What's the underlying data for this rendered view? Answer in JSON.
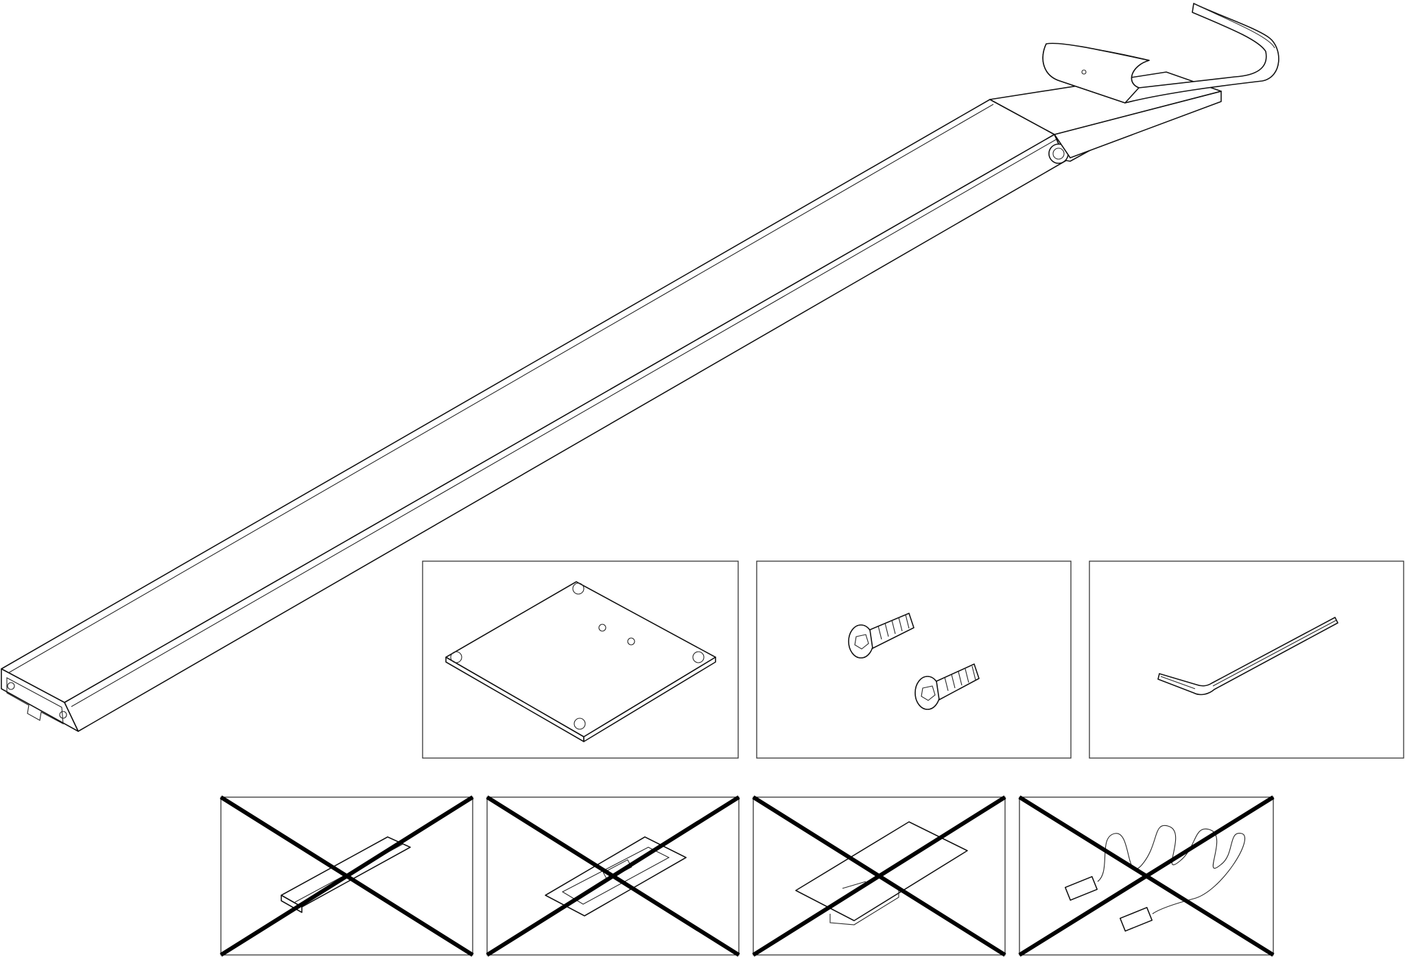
{
  "figure": {
    "main_part": "arm-rail-with-cradle",
    "included_items": [
      {
        "id": "mounting-plate",
        "icon": "square-plate-with-four-holes"
      },
      {
        "id": "screws",
        "icon": "two-hex-socket-countersunk-screws"
      },
      {
        "id": "hex-key",
        "icon": "l-shaped-allen-key"
      }
    ],
    "excluded_items": [
      {
        "id": "strip",
        "icon": "flat-ribbed-strip",
        "status": "not-included"
      },
      {
        "id": "clip-holder",
        "icon": "flat-clip-holder",
        "status": "not-included"
      },
      {
        "id": "bracket",
        "icon": "rounded-bracket-plate",
        "status": "not-included"
      },
      {
        "id": "usb-cable",
        "icon": "coiled-usb-cable",
        "status": "not-included"
      }
    ],
    "colors": {
      "line": "#111111",
      "cross": "#000000",
      "background": "#ffffff"
    }
  }
}
